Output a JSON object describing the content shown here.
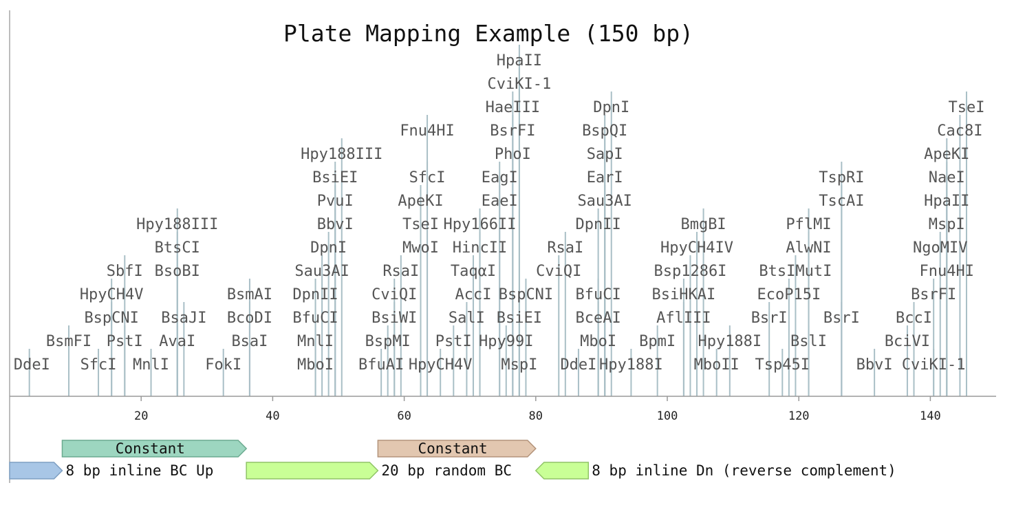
{
  "title": "Plate Mapping Example (150 bp)",
  "sequence_length": 150,
  "axis": {
    "ticks": [
      20,
      40,
      60,
      80,
      100,
      120,
      140
    ],
    "range": [
      0,
      150
    ]
  },
  "colors": {
    "cut_line": "#a9bfc6",
    "axis": "#999999",
    "label": "#555555",
    "constant_1": "#9dd6c0",
    "constant_1_stroke": "#6aaa8f",
    "constant_2": "#e2c7b0",
    "constant_2_stroke": "#b3937a",
    "bc_up": "#a8c6e6",
    "bc_up_stroke": "#7d9fc2",
    "random_bc": "#c9ff96",
    "random_bc_stroke": "#8fc466",
    "bc_dn": "#c9ff96",
    "bc_dn_stroke": "#8fc466"
  },
  "sites": [
    {
      "name": "DdeI",
      "pos": 3,
      "row": 0
    },
    {
      "name": "BsmFI",
      "pos": 9,
      "row": 1
    },
    {
      "name": "SfcI",
      "pos": 13.5,
      "row": 0
    },
    {
      "name": "BspCNI",
      "pos": 15.5,
      "row": 2
    },
    {
      "name": "HpyCH4V",
      "pos": 15.5,
      "row": 3
    },
    {
      "name": "PstI",
      "pos": 17.5,
      "row": 1
    },
    {
      "name": "SbfI",
      "pos": 17.5,
      "row": 4
    },
    {
      "name": "MnlI",
      "pos": 21.5,
      "row": 0
    },
    {
      "name": "AvaI",
      "pos": 25.5,
      "row": 1
    },
    {
      "name": "BsoBI",
      "pos": 25.5,
      "row": 4
    },
    {
      "name": "BtsCI",
      "pos": 25.5,
      "row": 5
    },
    {
      "name": "Hpy188III",
      "pos": 25.5,
      "row": 6
    },
    {
      "name": "BsaJI",
      "pos": 26.5,
      "row": 2
    },
    {
      "name": "FokI",
      "pos": 32.5,
      "row": 0
    },
    {
      "name": "BsaI",
      "pos": 36.5,
      "row": 1
    },
    {
      "name": "BcoDI",
      "pos": 36.5,
      "row": 2
    },
    {
      "name": "BsmAI",
      "pos": 36.5,
      "row": 3
    },
    {
      "name": "MboI",
      "pos": 46.5,
      "row": 0
    },
    {
      "name": "MnlI",
      "pos": 46.5,
      "row": 1
    },
    {
      "name": "BfuCI",
      "pos": 46.5,
      "row": 2
    },
    {
      "name": "DpnII",
      "pos": 46.5,
      "row": 3
    },
    {
      "name": "Sau3AI",
      "pos": 47.5,
      "row": 4
    },
    {
      "name": "DpnI",
      "pos": 48.5,
      "row": 5
    },
    {
      "name": "BbvI",
      "pos": 49.5,
      "row": 6
    },
    {
      "name": "PvuI",
      "pos": 49.5,
      "row": 7
    },
    {
      "name": "BsiEI",
      "pos": 49.5,
      "row": 8
    },
    {
      "name": "Hpy188III",
      "pos": 50.5,
      "row": 9
    },
    {
      "name": "BfuAI",
      "pos": 56.5,
      "row": 0
    },
    {
      "name": "BspMI",
      "pos": 57.5,
      "row": 1
    },
    {
      "name": "BsiWI",
      "pos": 58.5,
      "row": 2
    },
    {
      "name": "CviQI",
      "pos": 58.5,
      "row": 3
    },
    {
      "name": "RsaI",
      "pos": 59.5,
      "row": 4
    },
    {
      "name": "MwoI",
      "pos": 62.5,
      "row": 5
    },
    {
      "name": "TseI",
      "pos": 62.5,
      "row": 6
    },
    {
      "name": "ApeKI",
      "pos": 62.5,
      "row": 7
    },
    {
      "name": "SfcI",
      "pos": 63.5,
      "row": 8
    },
    {
      "name": "Fnu4HI",
      "pos": 63.5,
      "row": 10
    },
    {
      "name": "HpyCH4V",
      "pos": 65.5,
      "row": 0
    },
    {
      "name": "PstI",
      "pos": 67.5,
      "row": 1
    },
    {
      "name": "SalI",
      "pos": 69.5,
      "row": 2
    },
    {
      "name": "AccI",
      "pos": 70.5,
      "row": 3
    },
    {
      "name": "TaqαI",
      "pos": 70.5,
      "row": 4
    },
    {
      "name": "HincII",
      "pos": 71.5,
      "row": 5
    },
    {
      "name": "Hpy166II",
      "pos": 71.5,
      "row": 6
    },
    {
      "name": "EaeI",
      "pos": 74.5,
      "row": 7
    },
    {
      "name": "EagI",
      "pos": 74.5,
      "row": 8
    },
    {
      "name": "Hpy99I",
      "pos": 75.5,
      "row": 1
    },
    {
      "name": "PhoI",
      "pos": 76.5,
      "row": 9
    },
    {
      "name": "BsrFI",
      "pos": 76.5,
      "row": 10
    },
    {
      "name": "HaeIII",
      "pos": 76.5,
      "row": 11
    },
    {
      "name": "CviKI-1",
      "pos": 77.5,
      "row": 12
    },
    {
      "name": "HpaII",
      "pos": 77.5,
      "row": 13
    },
    {
      "name": "MspI",
      "pos": 77.5,
      "row": 0
    },
    {
      "name": "BsiEI",
      "pos": 77.5,
      "row": 2
    },
    {
      "name": "BspCNI",
      "pos": 78.5,
      "row": 3
    },
    {
      "name": "CviQI",
      "pos": 83.5,
      "row": 4
    },
    {
      "name": "RsaI",
      "pos": 84.5,
      "row": 5
    },
    {
      "name": "DdeI",
      "pos": 86.5,
      "row": 0
    },
    {
      "name": "MboI",
      "pos": 89.5,
      "row": 1
    },
    {
      "name": "BceAI",
      "pos": 89.5,
      "row": 2
    },
    {
      "name": "BfuCI",
      "pos": 89.5,
      "row": 3
    },
    {
      "name": "DpnII",
      "pos": 89.5,
      "row": 6
    },
    {
      "name": "Sau3AI",
      "pos": 90.5,
      "row": 7
    },
    {
      "name": "EarI",
      "pos": 90.5,
      "row": 8
    },
    {
      "name": "SapI",
      "pos": 90.5,
      "row": 9
    },
    {
      "name": "BspQI",
      "pos": 90.5,
      "row": 10
    },
    {
      "name": "DpnI",
      "pos": 91.5,
      "row": 11
    },
    {
      "name": "Hpy188I",
      "pos": 94.5,
      "row": 0
    },
    {
      "name": "BpmI",
      "pos": 98.5,
      "row": 1
    },
    {
      "name": "AflIII",
      "pos": 102.5,
      "row": 2
    },
    {
      "name": "BsiHKAI",
      "pos": 102.5,
      "row": 3
    },
    {
      "name": "Bsp1286I",
      "pos": 103.5,
      "row": 4
    },
    {
      "name": "HpyCH4IV",
      "pos": 104.5,
      "row": 5
    },
    {
      "name": "BmgBI",
      "pos": 105.5,
      "row": 6
    },
    {
      "name": "MboII",
      "pos": 107.5,
      "row": 0
    },
    {
      "name": "Hpy188I",
      "pos": 109.5,
      "row": 1
    },
    {
      "name": "BsrI",
      "pos": 115.5,
      "row": 2
    },
    {
      "name": "Tsp45I",
      "pos": 117.5,
      "row": 0
    },
    {
      "name": "EcoP15I",
      "pos": 118.5,
      "row": 3
    },
    {
      "name": "BtsIMutI",
      "pos": 119.5,
      "row": 4
    },
    {
      "name": "BslI",
      "pos": 121.5,
      "row": 1
    },
    {
      "name": "AlwNI",
      "pos": 121.5,
      "row": 5
    },
    {
      "name": "PflMI",
      "pos": 121.5,
      "row": 6
    },
    {
      "name": "BsrI",
      "pos": 126.5,
      "row": 2
    },
    {
      "name": "TscAI",
      "pos": 126.5,
      "row": 7
    },
    {
      "name": "TspRI",
      "pos": 126.5,
      "row": 8
    },
    {
      "name": "BbvI",
      "pos": 131.5,
      "row": 0
    },
    {
      "name": "BciVI",
      "pos": 136.5,
      "row": 1
    },
    {
      "name": "BccI",
      "pos": 137.5,
      "row": 2
    },
    {
      "name": "CviKI-1",
      "pos": 140.5,
      "row": 0
    },
    {
      "name": "BsrFI",
      "pos": 140.5,
      "row": 3
    },
    {
      "name": "NgoMIV",
      "pos": 141.5,
      "row": 5
    },
    {
      "name": "Fnu4HI",
      "pos": 142.5,
      "row": 4
    },
    {
      "name": "MspI",
      "pos": 142.5,
      "row": 6
    },
    {
      "name": "HpaII",
      "pos": 142.5,
      "row": 7
    },
    {
      "name": "NaeI",
      "pos": 142.5,
      "row": 8
    },
    {
      "name": "ApeKI",
      "pos": 142.5,
      "row": 9
    },
    {
      "name": "Cac8I",
      "pos": 144.5,
      "row": 10
    },
    {
      "name": "TseI",
      "pos": 145.5,
      "row": 11
    }
  ],
  "features": [
    {
      "name": "Constant",
      "start": 8,
      "end": 36,
      "lane": 0,
      "direction": "forward",
      "label_inside": true,
      "color": "#9dd6c0",
      "stroke": "#6aaa8f"
    },
    {
      "name": "Constant",
      "start": 56,
      "end": 80,
      "lane": 0,
      "direction": "forward",
      "label_inside": true,
      "color": "#e2c7b0",
      "stroke": "#b3937a"
    },
    {
      "name": "8 bp inline BC Up",
      "start": 0,
      "end": 8,
      "lane": 1,
      "direction": "forward",
      "label_inside": false,
      "color": "#a8c6e6",
      "stroke": "#7d9fc2"
    },
    {
      "name": "20 bp random BC",
      "start": 36,
      "end": 56,
      "lane": 1,
      "direction": "forward",
      "label_inside": false,
      "color": "#c9ff96",
      "stroke": "#8fc466"
    },
    {
      "name": "8 bp inline Dn (reverse complement)",
      "start": 80,
      "end": 88,
      "lane": 1,
      "direction": "reverse",
      "label_inside": false,
      "color": "#c9ff96",
      "stroke": "#8fc466"
    }
  ]
}
